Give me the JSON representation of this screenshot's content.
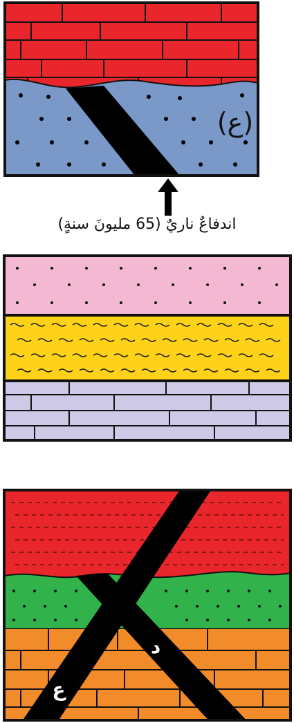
{
  "top_panel": {
    "label": "(ع)",
    "colors": {
      "brick": "#e8262b",
      "sand": "#7a98c8",
      "intrusion": "#000000"
    }
  },
  "caption": "اندفاعٌ ناريٌ (65 مليونَ سنةٍ)",
  "middle_panel": {
    "colors": {
      "pink": "#f5b8d2",
      "yellow": "#ffd21a",
      "lavender": "#cdc9e6"
    }
  },
  "bottom_panel": {
    "label_left": "ع",
    "label_right": "د",
    "colors": {
      "red": "#e8262b",
      "green": "#31b24b",
      "orange": "#f28b2a"
    }
  }
}
